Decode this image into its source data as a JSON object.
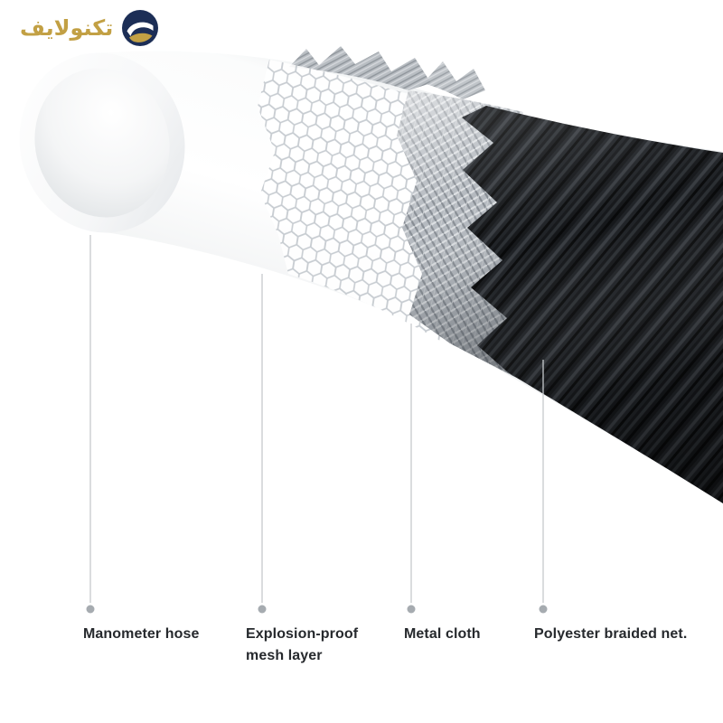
{
  "brand": {
    "name": "تكنولايف",
    "colors": {
      "gold": "#C2A044",
      "navy": "#1C2E56"
    }
  },
  "callouts": [
    {
      "label": "Manometer hose"
    },
    {
      "label": "Explosion-proof mesh layer"
    },
    {
      "label": "Metal cloth"
    },
    {
      "label": "Polyester braided net."
    }
  ],
  "colors": {
    "background": "#ffffff",
    "label_text": "#26292d",
    "callout_line": "#c6cacd",
    "callout_dot": "#a6abb0",
    "braid_black": "#15171a",
    "metal_gray": "#b4b9bf",
    "mesh_line": "#c7ccd1",
    "tube_white": "#ffffff"
  }
}
